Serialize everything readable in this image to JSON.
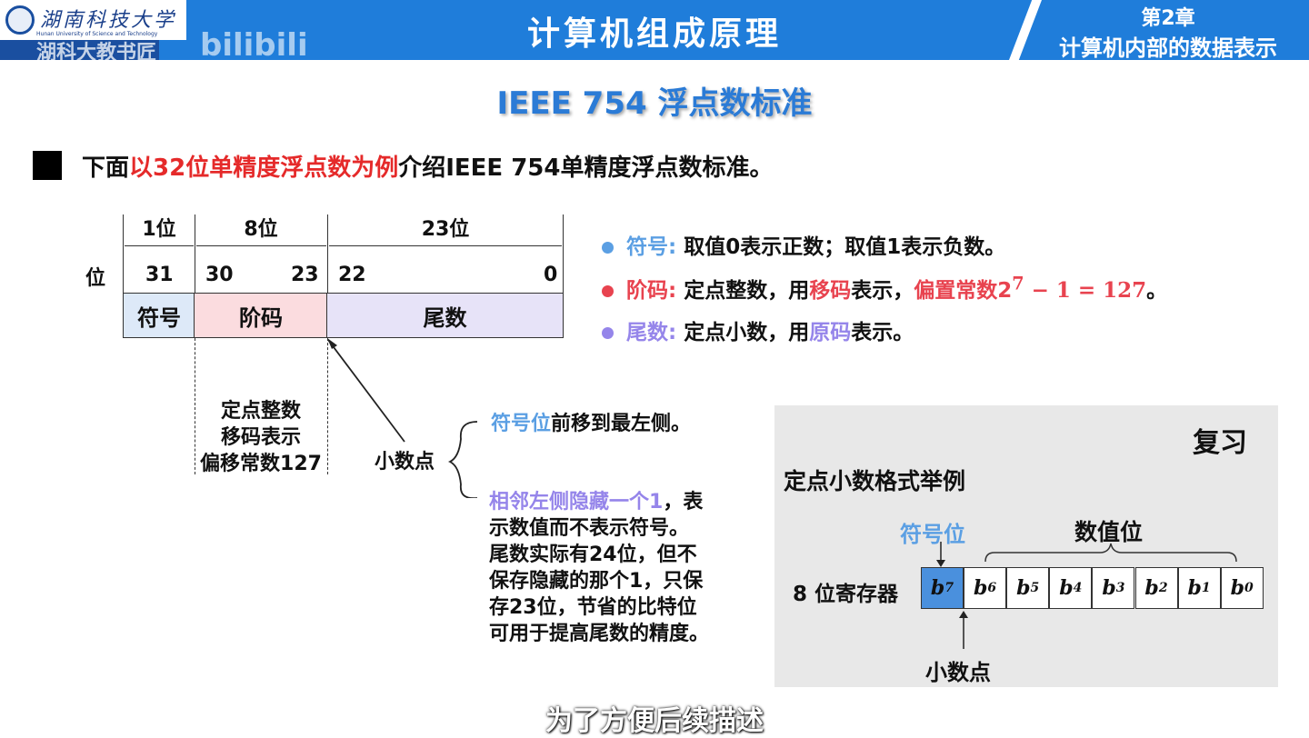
{
  "header": {
    "university_cn": "湖南科技大学",
    "university_en": "Hunan University of Science and Technology",
    "watermark_cn": "湖科大教书匠",
    "watermark_site": "bilibili",
    "course": "计算机组成原理",
    "chapter": "第2章",
    "chapter_title": "计算机内部的数据表示"
  },
  "slide": {
    "title": "IEEE 754 浮点数标准",
    "intro": {
      "pre": "下面",
      "highlight": "以32位单精度浮点数为例",
      "post": "介绍IEEE 754单精度浮点数标准。"
    },
    "format": {
      "widths": [
        "1位",
        "8位",
        "23位"
      ],
      "bit_label": "位",
      "bits": [
        "31",
        "30",
        "23",
        "22",
        "0"
      ],
      "fields": [
        "符号",
        "阶码",
        "尾数"
      ],
      "exp_note": [
        "定点整数",
        "移码表示",
        "偏移常数127"
      ],
      "point_label": "小数点",
      "note1": {
        "hl": "符号位",
        "rest": "前移到最左侧。"
      },
      "note2": {
        "hl": "相邻左侧隐藏一个1",
        "lines": [
          "，表",
          "示数值而不表示符号。",
          "尾数实际有24位，但不",
          "保存隐藏的那个1，只保",
          "存23位，节省的比特位",
          "可用于提高尾数的精度。"
        ]
      }
    },
    "bullets": [
      {
        "key": "符号",
        "text": "取值0表示正数；取值1表示负数。",
        "color": "#5b9fe3"
      },
      {
        "key": "阶码",
        "a": "定点整数，用",
        "b": "移码",
        "c": "表示，",
        "d": "偏置常数2",
        "sup": "7",
        "e": " − 1 = 127",
        "f": "。",
        "color": "#e8434f"
      },
      {
        "key": "尾数",
        "a": "定点小数，用",
        "b": "原码",
        "c": "表示。",
        "color": "#9585ea"
      }
    ],
    "review": {
      "badge": "复习",
      "title": "定点小数格式举例",
      "sign_label": "符号位",
      "value_label": "数值位",
      "reg_label": "8 位寄存器",
      "point_label": "小数点",
      "bits": [
        "7",
        "6",
        "5",
        "4",
        "3",
        "2",
        "1",
        "0"
      ]
    }
  },
  "subtitle": "为了方便后续描述"
}
